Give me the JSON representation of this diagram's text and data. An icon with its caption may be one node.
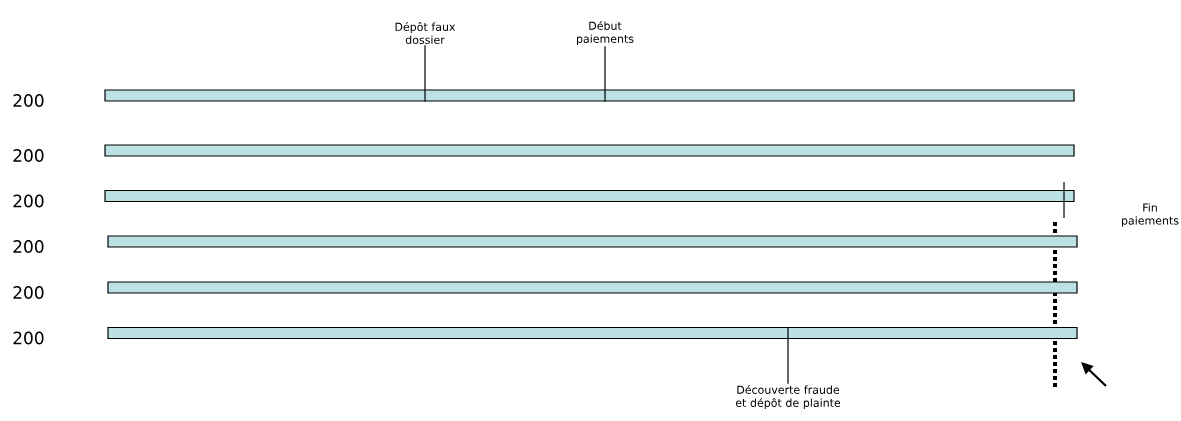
{
  "diagram": {
    "nodes": [
      {
        "text": [
          "Dépôt faux dossier"
        ]
      },
      {
        "text": [
          "Début paiements"
        ]
      },
      {
        "text": [],
        "shape": "bar",
        "beside": [
          "200"
        ]
      },
      {
        "text": [],
        "shape": "bar",
        "beside": [
          "200"
        ]
      },
      {
        "text": [],
        "shape": "bar",
        "beside": [
          "200"
        ]
      },
      {
        "text": [],
        "shape": "bar",
        "beside": [
          "200"
        ]
      },
      {
        "text": [],
        "shape": "bar",
        "beside": [
          "200"
        ]
      },
      {
        "text": [],
        "shape": "bar",
        "beside": [
          "200"
        ]
      },
      {
        "text": [
          "Fin paiements"
        ]
      },
      {
        "text": [
          "Découverte fraude et dépôt de plainte"
        ]
      }
    ],
    "edges": [
      {
        "from": 0,
        "to": 2,
        "arrow": "none"
      },
      {
        "from": 1,
        "to": 2,
        "arrow": "none"
      },
      {
        "from": null,
        "to": 4,
        "arrow": "none"
      },
      {
        "from": 9,
        "to": 7,
        "arrow": "none"
      }
    ]
  }
}
